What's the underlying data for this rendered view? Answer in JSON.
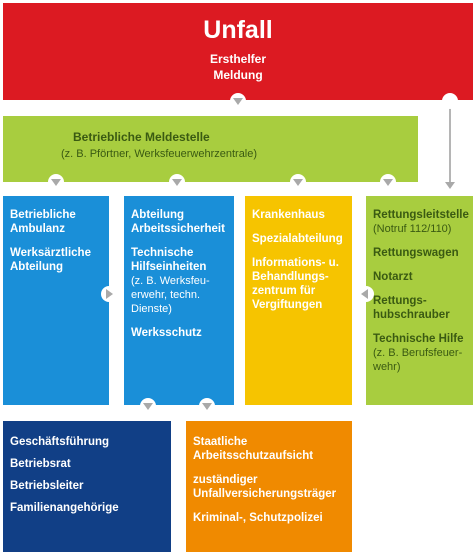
{
  "top": {
    "title": "Unfall",
    "line1": "Ersthelfer",
    "line2": "Meldung"
  },
  "meldestelle": {
    "title": "Betriebliche Meldestelle",
    "sub": "(z. B. Pförtner, Werksfeuerwehrzentrale)"
  },
  "col1": {
    "l1": "Betriebliche",
    "l2": "Ambulanz",
    "l3": "Werksärztliche",
    "l4": "Abteilung"
  },
  "col2": {
    "l1": "Abteilung",
    "l2": "Arbeitssicherheit",
    "l3": "Technische",
    "l4": "Hilfseinheiten",
    "s1": "(z. B. Werksfeu-",
    "s2": "erwehr, techn.",
    "s3": "Dienste)",
    "l5": "Werksschutz"
  },
  "col3": {
    "l1": "Krankenhaus",
    "l2": "Spezialabteilung",
    "l3": "Informations- u.",
    "l4": "Behandlungs-",
    "l5": "zentrum für",
    "l6": "Vergiftungen"
  },
  "col4": {
    "l1": "Rettungsleitstelle",
    "s1": "(Notruf 112/110)",
    "l2": "Rettungswagen",
    "l3": "Notarzt",
    "l4": "Rettungs-",
    "l5": "hubschrauber",
    "l6": "Technische Hilfe",
    "s2": "(z. B. Berufsfeuer-",
    "s3": "wehr)"
  },
  "bottom1": {
    "l1": "Geschäftsführung",
    "l2": "Betriebsrat",
    "l3": "Betriebsleiter",
    "l4": "Familienangehörige"
  },
  "bottom2": {
    "l1": "Staatliche",
    "l2": "Arbeitsschutzaufsicht",
    "l3": "zuständiger",
    "l4": "Unfallversicherungsträger",
    "l5": "Kriminal-, Schutzpolizei"
  },
  "colors": {
    "red": "#dc1a22",
    "green": "#a8cd3f",
    "blue": "#1a8fd8",
    "yellow": "#f6c400",
    "darkblue": "#113f86",
    "orange": "#f08a00",
    "arrow": "#a9a9a9"
  }
}
